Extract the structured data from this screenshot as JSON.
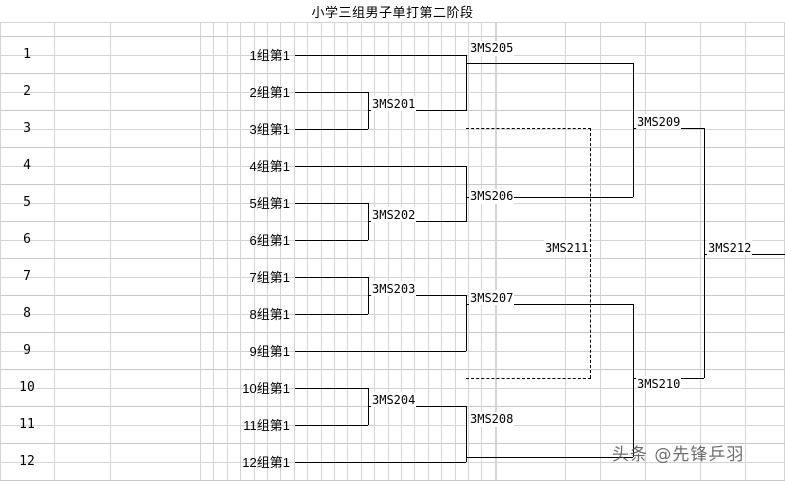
{
  "title": "小学三组男子单打第二阶段",
  "watermark": "头条 @先锋乒羽",
  "seeds": [
    {
      "num": "1",
      "label": "1组第1"
    },
    {
      "num": "2",
      "label": "2组第1"
    },
    {
      "num": "3",
      "label": "3组第1"
    },
    {
      "num": "4",
      "label": "4组第1"
    },
    {
      "num": "5",
      "label": "5组第1"
    },
    {
      "num": "6",
      "label": "6组第1"
    },
    {
      "num": "7",
      "label": "7组第1"
    },
    {
      "num": "8",
      "label": "8组第1"
    },
    {
      "num": "9",
      "label": "9组第1"
    },
    {
      "num": "10",
      "label": "10组第1"
    },
    {
      "num": "11",
      "label": "11组第1"
    },
    {
      "num": "12",
      "label": "12组第1"
    }
  ],
  "matches": [
    {
      "code": "3MS201"
    },
    {
      "code": "3MS202"
    },
    {
      "code": "3MS203"
    },
    {
      "code": "3MS204"
    },
    {
      "code": "3MS205"
    },
    {
      "code": "3MS206"
    },
    {
      "code": "3MS207"
    },
    {
      "code": "3MS208"
    },
    {
      "code": "3MS209"
    },
    {
      "code": "3MS210"
    },
    {
      "code": "3MS211"
    },
    {
      "code": "3MS212"
    }
  ],
  "chart_data": {
    "type": "diagram",
    "title": "小学三组男子单打第二阶段",
    "structure": "single-elimination bracket, 12 entrants, 4 byes",
    "rounds": [
      {
        "round": 1,
        "matches": [
          {
            "code": "3MS201",
            "entrants": [
              "2组第1",
              "3组第1"
            ]
          },
          {
            "code": "3MS202",
            "entrants": [
              "5组第1",
              "6组第1"
            ]
          },
          {
            "code": "3MS203",
            "entrants": [
              "7组第1",
              "8组第1"
            ]
          },
          {
            "code": "3MS204",
            "entrants": [
              "10组第1",
              "11组第1"
            ]
          }
        ],
        "byes": [
          "1组第1",
          "4组第1",
          "9组第1",
          "12组第1"
        ]
      },
      {
        "round": 2,
        "matches": [
          {
            "code": "3MS205",
            "entrants": [
              "1组第1",
              "winner 3MS201"
            ]
          },
          {
            "code": "3MS206",
            "entrants": [
              "4组第1",
              "winner 3MS202"
            ]
          },
          {
            "code": "3MS207",
            "entrants": [
              "winner 3MS203",
              "9组第1"
            ]
          },
          {
            "code": "3MS208",
            "entrants": [
              "winner 3MS204",
              "12组第1"
            ]
          }
        ]
      },
      {
        "round": 3,
        "matches": [
          {
            "code": "3MS209",
            "entrants": [
              "winner 3MS205",
              "winner 3MS206"
            ]
          },
          {
            "code": "3MS210",
            "entrants": [
              "winner 3MS207",
              "winner 3MS208"
            ]
          }
        ]
      },
      {
        "round": 4,
        "matches": [
          {
            "code": "3MS211",
            "entrants": [
              "loser 3MS209",
              "loser 3MS210"
            ],
            "style": "dashed",
            "note": "third place / consolation"
          },
          {
            "code": "3MS212",
            "entrants": [
              "winner 3MS209",
              "winner 3MS210"
            ],
            "note": "final"
          }
        ]
      }
    ]
  }
}
